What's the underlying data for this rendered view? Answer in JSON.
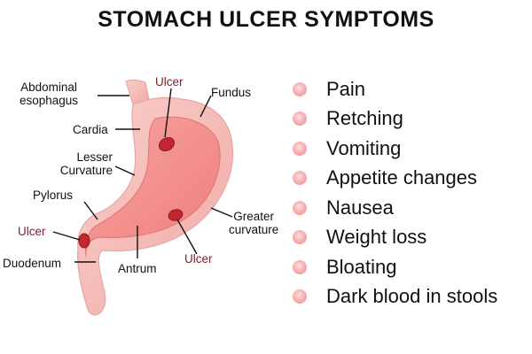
{
  "title": "STOMACH ULCER SYMPTOMS",
  "diagram": {
    "labels": {
      "abdominal_esophagus_line1": "Abdominal",
      "abdominal_esophagus_line2": "esophagus",
      "ulcer_top": "Ulcer",
      "fundus": "Fundus",
      "cardia": "Cardia",
      "lesser_curvature_line1": "Lesser",
      "lesser_curvature_line2": "Curvature",
      "pylorus": "Pylorus",
      "ulcer_left": "Ulcer",
      "duodenum": "Duodenum",
      "antrum": "Antrum",
      "ulcer_bottom": "Ulcer",
      "greater_curvature_line1": "Greater",
      "greater_curvature_line2": "curvature"
    },
    "colors": {
      "stomach_outer": "#f4b9b5",
      "stomach_inner": "#f08583",
      "ulcer": "#c42531",
      "ulcer_label": "#7a1f2e"
    }
  },
  "symptoms": [
    "Pain",
    "Retching",
    "Vomiting",
    "Appetite changes",
    "Nausea",
    "Weight loss",
    "Bloating",
    "Dark blood in stools"
  ]
}
